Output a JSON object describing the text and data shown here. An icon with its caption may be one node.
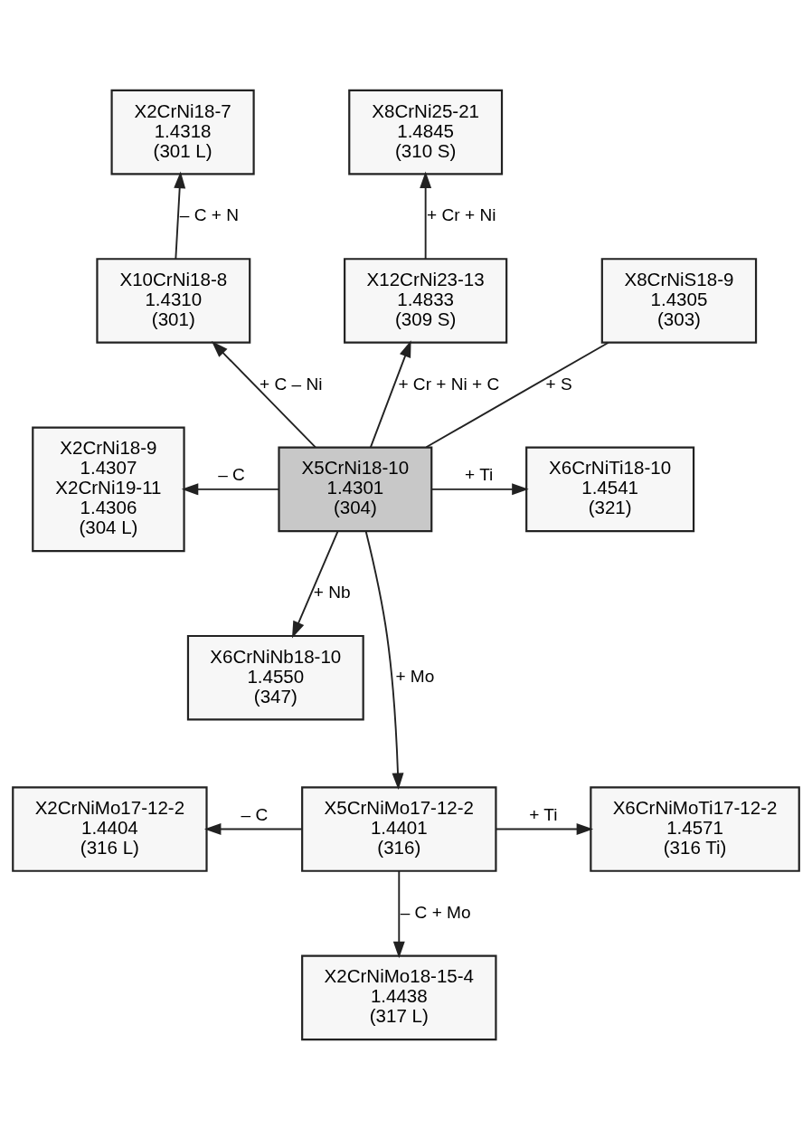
{
  "diagram": {
    "nodes": [
      {
        "text": [
          "X2CrNi18-7",
          "1.4318",
          "(301 L)"
        ]
      },
      {
        "text": [
          "X8CrNi25-21",
          "1.4845",
          "(310 S)"
        ]
      },
      {
        "text": [
          "X10CrNi18-8",
          "1.4310",
          "(301)"
        ]
      },
      {
        "text": [
          "X12CrNi23-13",
          "1.4833",
          "(309 S)"
        ]
      },
      {
        "text": [
          "X8CrNiS18-9",
          "1.4305",
          "(303)"
        ]
      },
      {
        "text": [
          "X6CrNiTi18-10",
          "1.4541",
          "(321)"
        ]
      },
      {
        "text": [
          "X2CrNi18-9",
          "1.4307",
          "X2CrNi19-11",
          "1.4306",
          "(304 L)"
        ]
      },
      {
        "text": [
          "X5CrNi18-10",
          "1.4301",
          "(304)"
        ]
      },
      {
        "text": [
          "X6CrNiNb18-10",
          "1.4550",
          "(347)"
        ]
      },
      {
        "text": [
          "X2CrNiMo17-12-2",
          "1.4404",
          "(316 L)"
        ]
      },
      {
        "text": [
          "X5CrNiMo17-12-2",
          "1.4401",
          "(316)"
        ]
      },
      {
        "text": [
          "X6CrNiMoTi17-12-2",
          "1.4571",
          "(316 Ti)"
        ]
      },
      {
        "text": [
          "X2CrNiMo18-15-4",
          "1.4438",
          "(317 L)"
        ]
      }
    ],
    "edges": [
      {
        "from": 2,
        "to": 0,
        "arrow": "to",
        "label": "– C + N"
      },
      {
        "from": 3,
        "to": 1,
        "arrow": "to",
        "label": "+ Cr + Ni"
      },
      {
        "from": 7,
        "to": 2,
        "arrow": "to",
        "label": "+ C – Ni"
      },
      {
        "from": 7,
        "to": 3,
        "arrow": "to",
        "label": "+ Cr + Ni + C"
      },
      {
        "from": 7,
        "to": 4,
        "arrow": "none",
        "label": "+ S"
      },
      {
        "from": 7,
        "to": 5,
        "arrow": "to",
        "label": "+ Ti"
      },
      {
        "from": 7,
        "to": 6,
        "arrow": "to",
        "label": "– C"
      },
      {
        "from": 7,
        "to": 8,
        "arrow": "to",
        "label": "+ Nb"
      },
      {
        "from": 7,
        "to": 10,
        "arrow": "to",
        "label": "+ Mo"
      },
      {
        "from": 10,
        "to": 9,
        "arrow": "to",
        "label": "– C"
      },
      {
        "from": 10,
        "to": 11,
        "arrow": "to",
        "label": "+ Ti"
      },
      {
        "from": 10,
        "to": 12,
        "arrow": "to",
        "label": "– C + Mo"
      }
    ]
  }
}
